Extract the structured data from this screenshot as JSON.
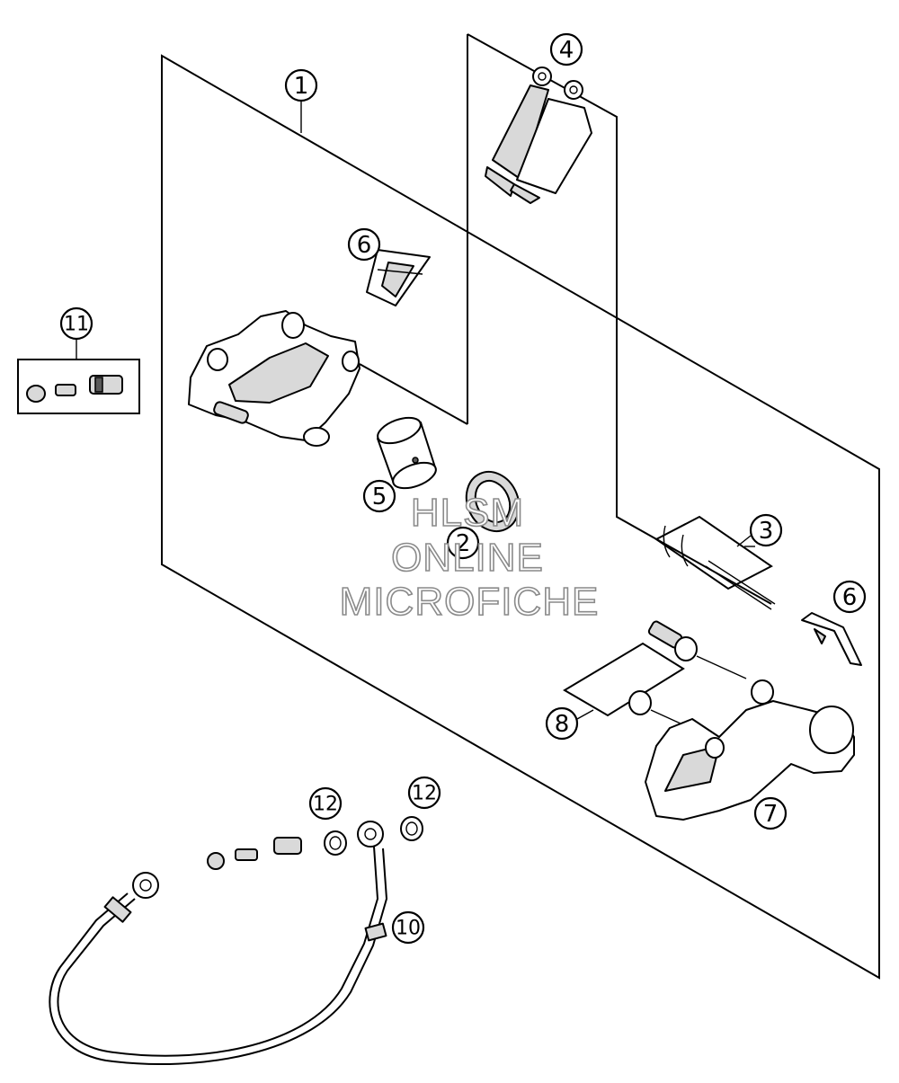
{
  "callouts": {
    "c1": "1",
    "c2": "2",
    "c3": "3",
    "c4": "4",
    "c5": "5",
    "c6a": "6",
    "c6b": "6",
    "c7": "7",
    "c8": "8",
    "c10": "10",
    "c11": "11",
    "c12a": "12",
    "c12b": "12"
  },
  "watermark": {
    "line1": "HLSM",
    "line2": "ONLINE",
    "line3": "MICROFICHE"
  }
}
